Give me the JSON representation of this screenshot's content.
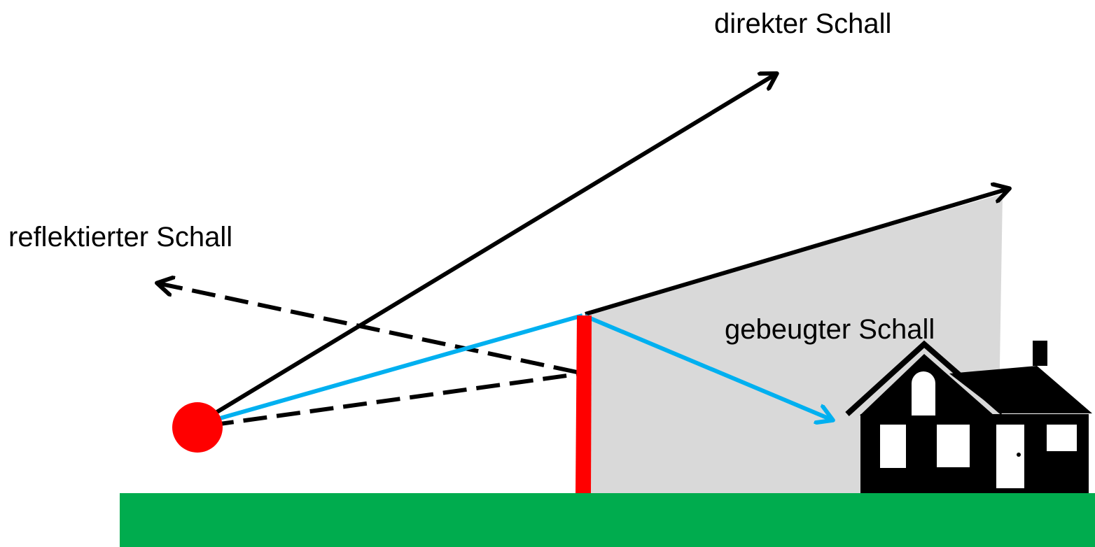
{
  "labels": {
    "direct": "direkter Schall",
    "reflected": "reflektierter Schall",
    "diffracted": "gebeugter Schall"
  },
  "colors": {
    "ground": "#00AC4E",
    "source": "#FF0000",
    "barrier": "#FF0000",
    "shadow_zone": "#D9D9D9",
    "diffracted_ray": "#00B0F0",
    "ray": "#000000",
    "house": "#000000"
  },
  "icons": {
    "source": "sound-source-circle",
    "barrier": "noise-barrier-wall",
    "house": "house-icon",
    "ground": "ground-strip"
  }
}
